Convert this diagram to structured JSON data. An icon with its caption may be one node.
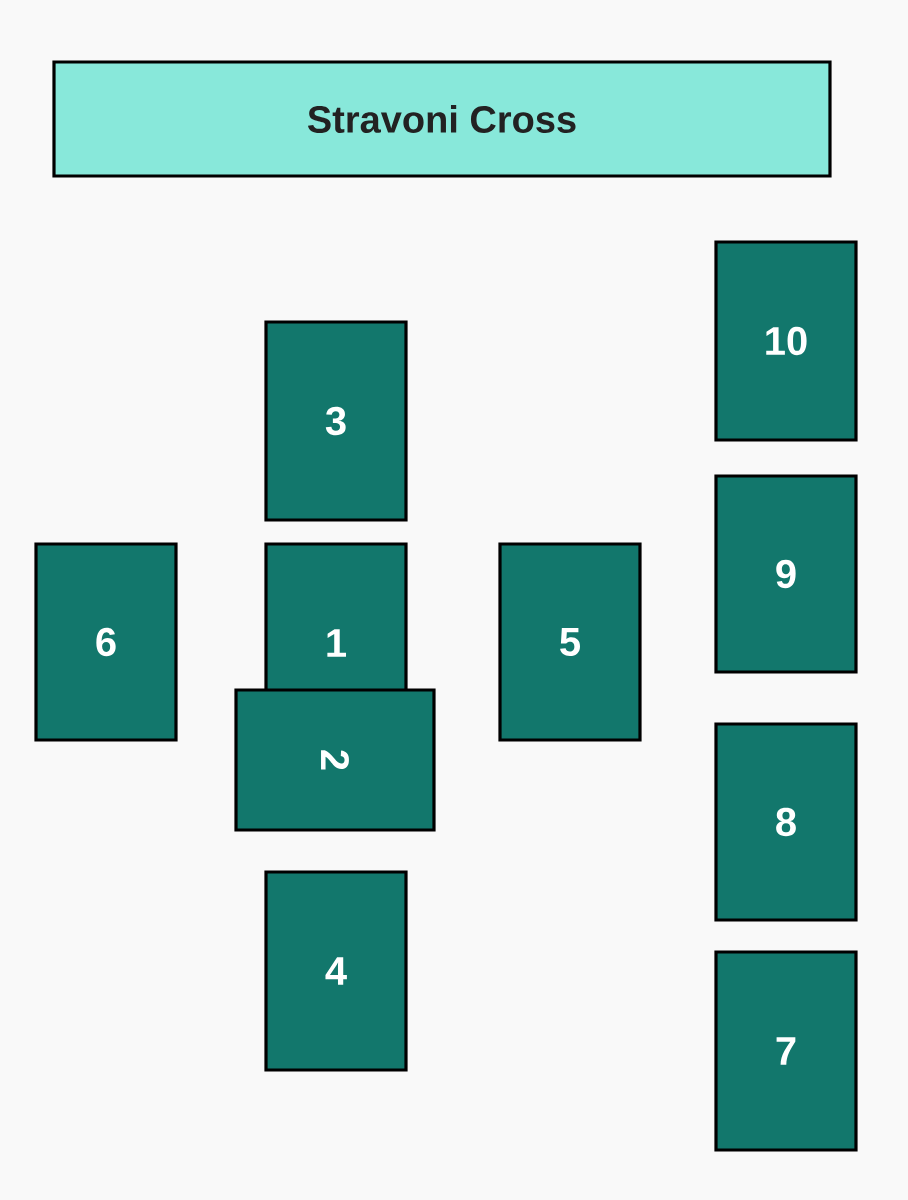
{
  "diagram": {
    "title": "Stravoni Cross",
    "nodes": [
      {
        "text": [
          "10"
        ]
      },
      {
        "text": [
          "3"
        ]
      },
      {
        "text": [
          "9"
        ]
      },
      {
        "text": [
          "6"
        ]
      },
      {
        "text": [
          "1"
        ]
      },
      {
        "text": [
          "5"
        ]
      },
      {
        "text": [
          "2"
        ]
      },
      {
        "text": [
          "8"
        ]
      },
      {
        "text": [
          "4"
        ]
      },
      {
        "text": [
          "7"
        ]
      }
    ]
  }
}
